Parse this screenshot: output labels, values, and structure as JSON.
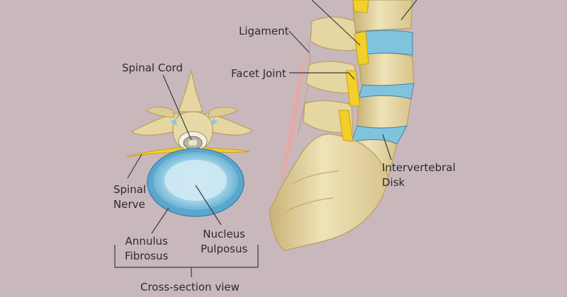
{
  "colors": {
    "background": "#c8b8bc",
    "bone": "#e8d9a8",
    "bone_shadow": "#c9b276",
    "disk": "#7fc4dc",
    "disk_core": "#c7e6f0",
    "nerve": "#f2cf2a",
    "leader_line": "#3a3a3a"
  },
  "labels": {
    "spinal_cord": "Spinal Cord",
    "ligament": "Ligament",
    "facet_joint": "Facet Joint",
    "spinal_nerve": [
      "Spinal",
      "Nerve"
    ],
    "annulus_fibrosus": [
      "Annulus",
      "Fibrosus"
    ],
    "nucleus_pulposus": [
      "Nucleus",
      "Pulposus"
    ],
    "intervertebral_disk": [
      "Intervertebral",
      "Disk"
    ],
    "cross_section": "Cross-section view"
  }
}
